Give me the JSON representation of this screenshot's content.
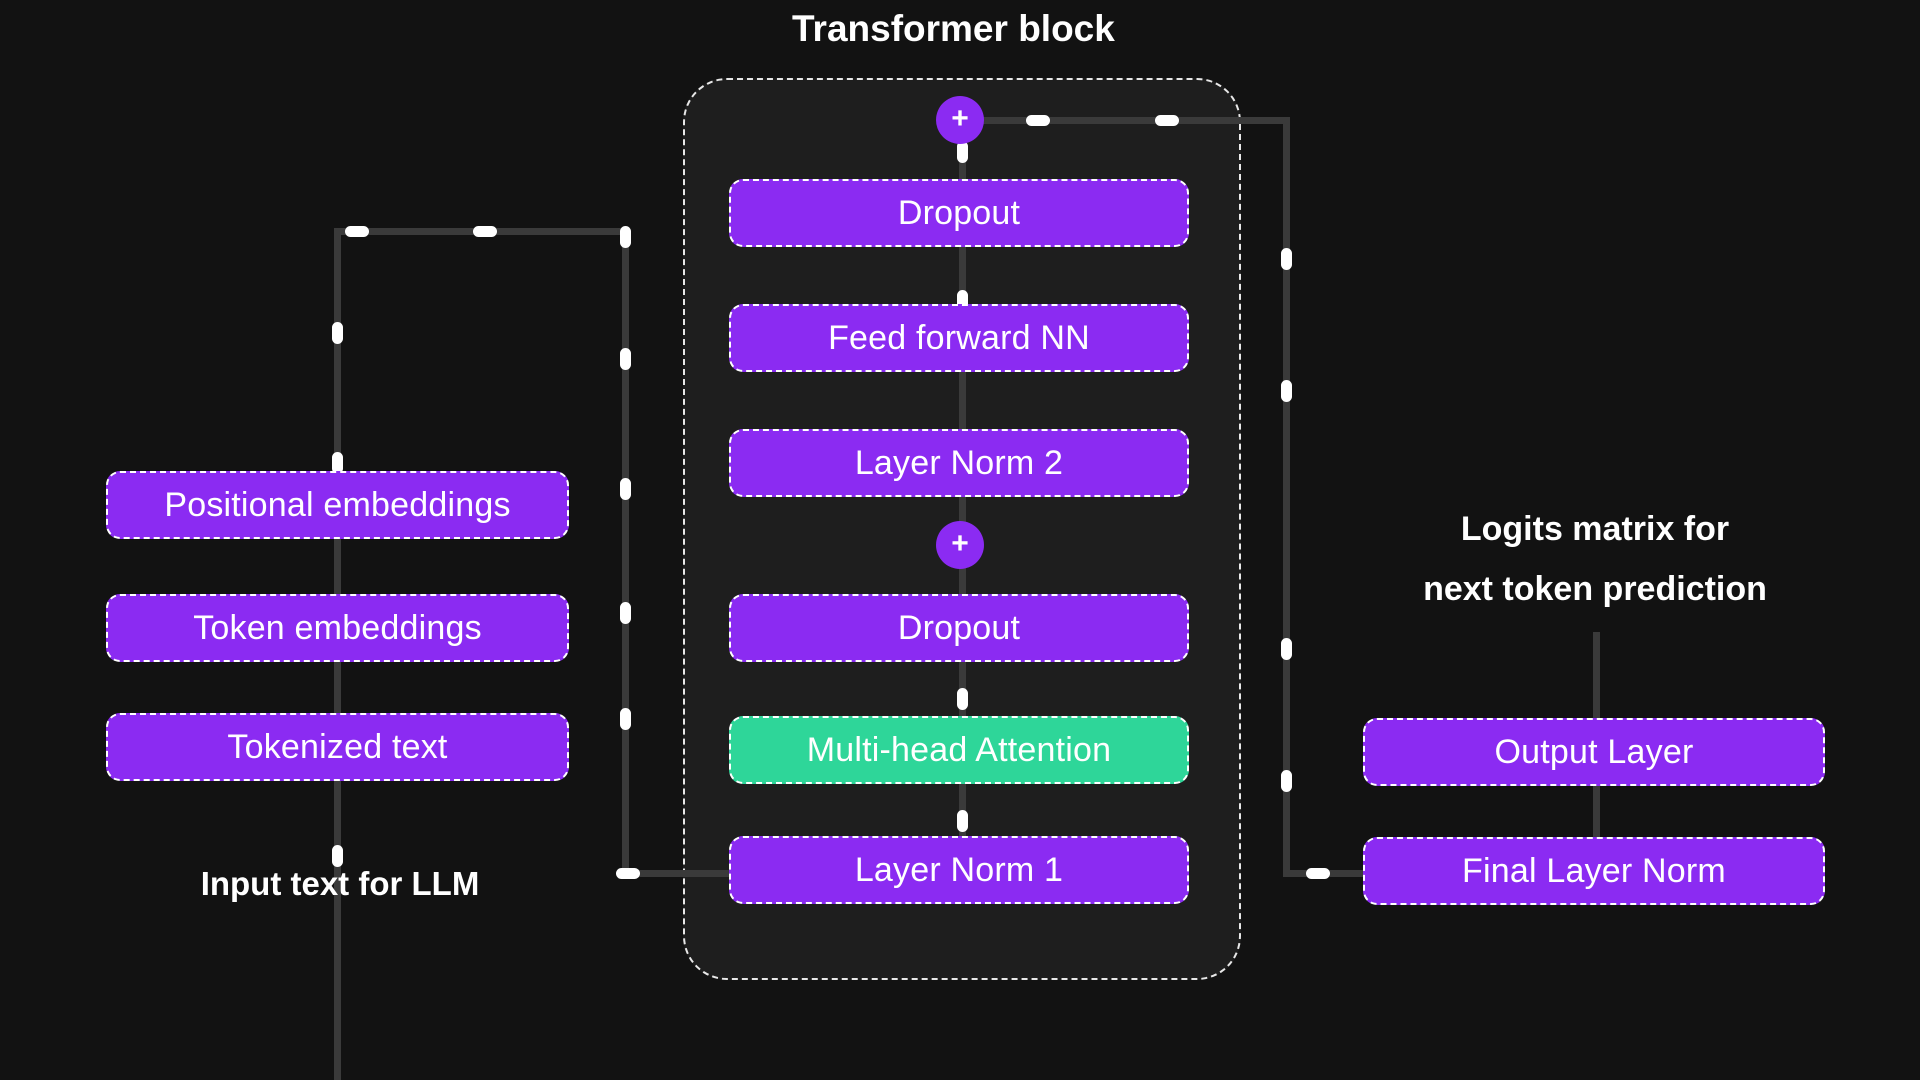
{
  "diagram": {
    "title": "Transformer block",
    "background_color": "#121212",
    "accent_purple": "#8b2bf2",
    "accent_green": "#2ed699",
    "connector_color": "#3a3a3a",
    "marker_color": "#ffffff"
  },
  "block": {
    "title": "Transformer block",
    "nodes": [
      {
        "label": "Dropout",
        "color": "purple"
      },
      {
        "label": "Feed forward NN",
        "color": "purple"
      },
      {
        "label": "Layer Norm 2",
        "color": "purple"
      },
      {
        "label": "Dropout",
        "color": "purple"
      },
      {
        "label": "Multi-head Attention",
        "color": "green"
      },
      {
        "label": "Layer Norm 1",
        "color": "purple"
      }
    ],
    "plus_nodes": [
      {
        "label": "+",
        "name": "residual-add-top"
      },
      {
        "label": "+",
        "name": "residual-add-middle"
      }
    ]
  },
  "input_column": {
    "caption": "Input text for LLM",
    "nodes": [
      {
        "label": "Positional embeddings",
        "color": "purple"
      },
      {
        "label": "Token embeddings",
        "color": "purple"
      },
      {
        "label": "Tokenized text",
        "color": "purple"
      }
    ]
  },
  "output_column": {
    "caption_line1": "Logits matrix for",
    "caption_line2": "next token prediction",
    "nodes": [
      {
        "label": "Output Layer",
        "color": "purple"
      },
      {
        "label": "Final Layer Norm",
        "color": "purple"
      }
    ]
  }
}
